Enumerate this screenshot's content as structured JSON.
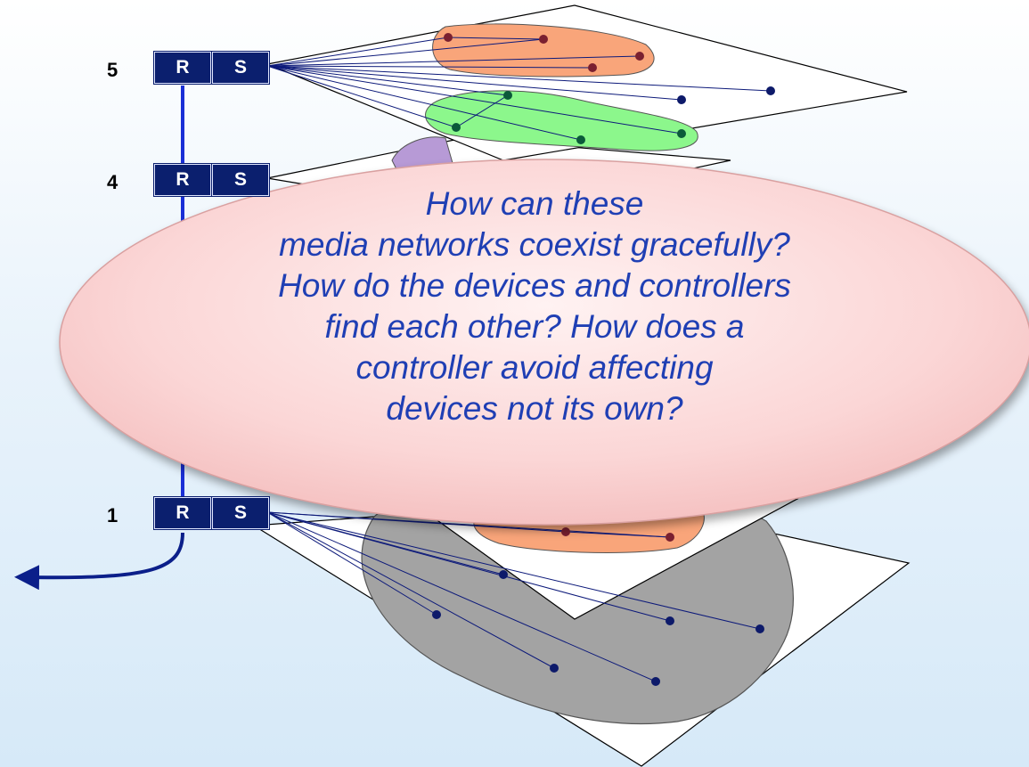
{
  "layers": [
    {
      "number": "5",
      "router": "R",
      "switch": "S"
    },
    {
      "number": "4",
      "router": "R",
      "switch": "S"
    },
    {
      "number": "1",
      "router": "R",
      "switch": "S"
    }
  ],
  "callout": {
    "lines": [
      "How can these",
      "media networks coexist gracefully?",
      "How do the devices and controllers",
      "find each other?  How does a",
      "controller avoid affecting",
      "devices not its own?"
    ]
  },
  "colors": {
    "box_fill": "#0b1f6e",
    "vertical_link": "#1a2fd6",
    "link_line": "#0d1a7a",
    "orange_group": "#f9a57a",
    "green_group": "#8cf78c",
    "purple_group": "#b79ad6",
    "gray_group": "#a3a3a3",
    "bubble_fill": "#fbd6d6",
    "text": "#1f3fb4"
  }
}
